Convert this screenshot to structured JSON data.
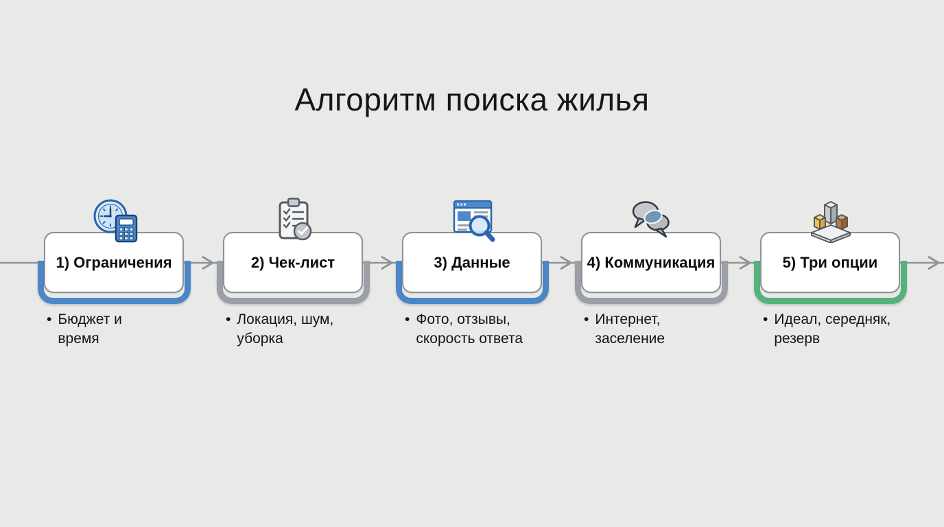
{
  "title": "Алгоритм поиска жилья",
  "bullet_marker": "•",
  "steps": [
    {
      "label": "1) Ограничения",
      "bullet": "Бюджет и\nвремя",
      "icon": "clock-calculator-icon",
      "accent": "#4d86c6"
    },
    {
      "label": "2) Чек-лист",
      "bullet": "Локация, шум,\nуборка",
      "icon": "checklist-clipboard-icon",
      "accent": "#9aa0a6"
    },
    {
      "label": "3) Данные",
      "bullet": "Фото, отзывы,\nскорость ответа",
      "icon": "browser-search-icon",
      "accent": "#4d86c6"
    },
    {
      "label": "4) Коммуникация",
      "bullet": "Интернет,\nзаселение",
      "icon": "speech-bubbles-icon",
      "accent": "#9aa0a6"
    },
    {
      "label": "5) Три опции",
      "bullet": "Идеал, середняк,\nрезерв",
      "icon": "three-cubes-icon",
      "accent": "#57b17b"
    }
  ],
  "colors": {
    "background": "#e9e9e8",
    "box_border": "#8d9196",
    "connector": "#8f9499",
    "accent_blue": "#4d86c6",
    "accent_gray": "#9aa0a6",
    "accent_green": "#57b17b",
    "text": "#141414"
  }
}
